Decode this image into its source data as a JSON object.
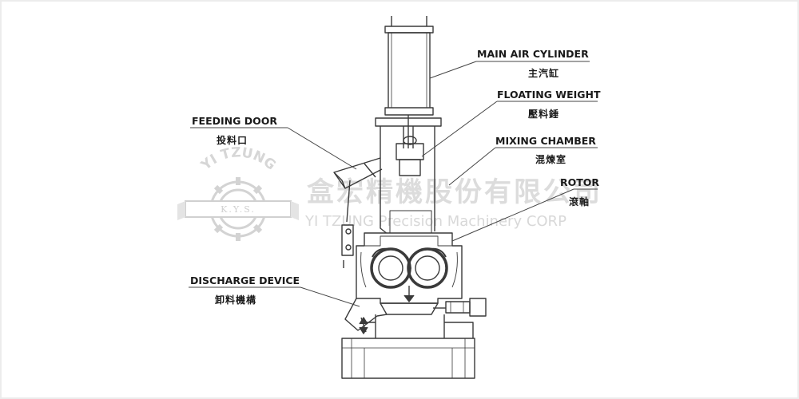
{
  "watermark": {
    "arc_text": "YI TZUNG",
    "badge_text": "K.Y.S.",
    "company_zh": "盒宏精機股份有限公司",
    "company_en": "YI TZUNG Precision Machinery CORP"
  },
  "labels": {
    "main_air_cylinder": {
      "en": "MAIN AIR CYLINDER",
      "zh": "主汽缸"
    },
    "floating_weight": {
      "en": "FLOATING WEIGHT",
      "zh": "壓料錘"
    },
    "mixing_chamber": {
      "en": "MIXING CHAMBER",
      "zh": "混煉室"
    },
    "rotor": {
      "en": "ROTOR",
      "zh": "滾軸"
    },
    "feeding_door": {
      "en": "FEEDING DOOR",
      "zh": "投料口"
    },
    "discharge_device": {
      "en": "DISCHARGE DEVICE",
      "zh": "卸料機構"
    }
  }
}
